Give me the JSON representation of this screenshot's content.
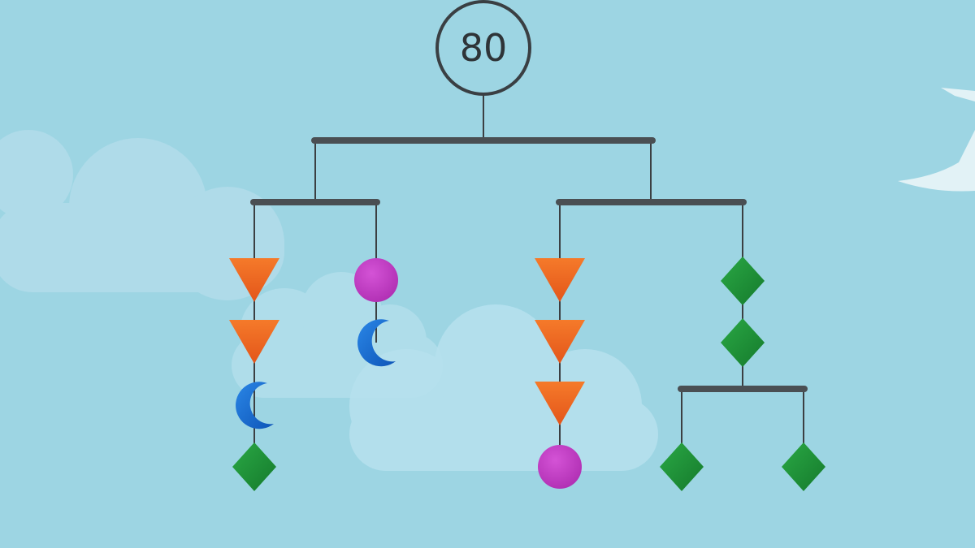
{
  "puzzle": {
    "total_weight": "80"
  },
  "colors": {
    "sky": "#9dd5e3",
    "cloud": "#b5e0ec",
    "bar": "#4a4f53",
    "string": "#3b3f42",
    "triangle": "#f06a22",
    "circle": "#c23bc4",
    "moon": "#1b6fd0",
    "diamond": "#1f9137"
  },
  "mobile": {
    "top_arm": {
      "left_branch": {
        "left_chain": [
          "triangle",
          "triangle",
          "moon",
          "diamond"
        ],
        "right_chain": [
          "circle",
          "moon"
        ]
      },
      "right_branch": {
        "left_chain": [
          "triangle",
          "triangle",
          "triangle",
          "circle"
        ],
        "right_chain": [
          "diamond",
          "diamond"
        ],
        "sub_arm": {
          "left_chain": [
            "diamond"
          ],
          "right_chain": [
            "diamond"
          ]
        }
      }
    }
  },
  "icons": [
    "triangle-icon",
    "circle-icon",
    "moon-icon",
    "diamond-icon",
    "bird-icon",
    "cloud-icon"
  ]
}
